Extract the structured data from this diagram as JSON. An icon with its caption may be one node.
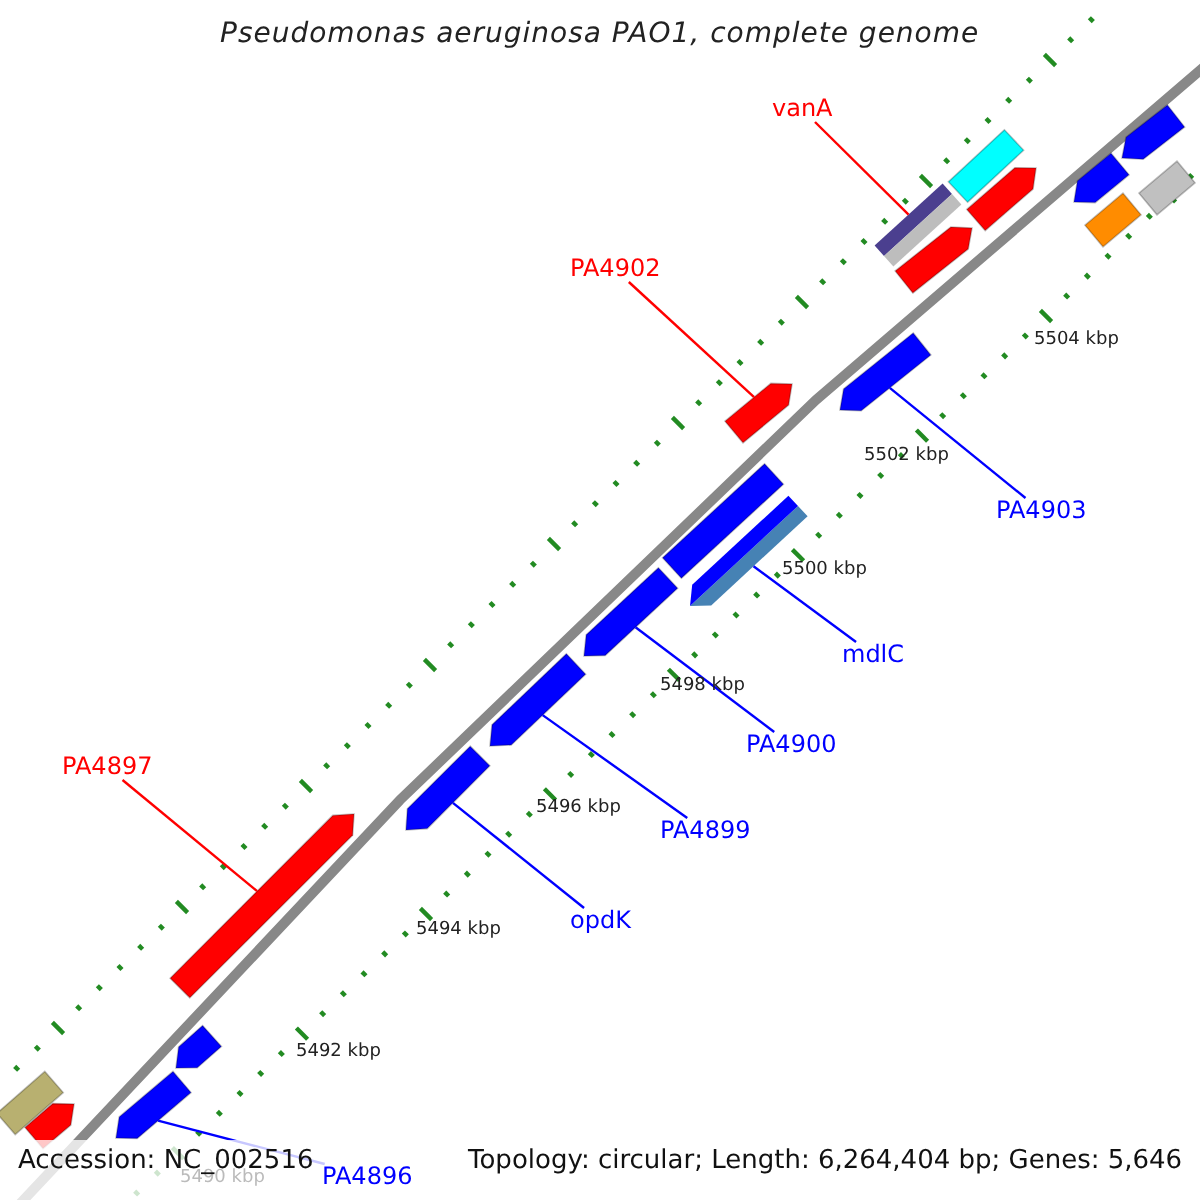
{
  "diagram": {
    "title": "Pseudomonas aeruginosa PAO1, complete genome",
    "nodes": [
      {
        "text": [
          "vanA"
        ]
      },
      {
        "text": [],
        "shape": "pentagon"
      },
      {
        "text": [],
        "shape": "bar"
      },
      {
        "text": [],
        "shape": "pentagon"
      },
      {
        "text": [],
        "shape": "bar"
      },
      {
        "text": [],
        "shape": "bar"
      },
      {
        "text": [],
        "shape": "pentagon"
      },
      {
        "text": [],
        "shape": "bar"
      },
      {
        "text": [],
        "shape": "pentagon"
      },
      {
        "text": [
          "PA4902"
        ]
      },
      {
        "text": [],
        "shape": "pentagon"
      },
      {
        "text": [],
        "shape": "pentagon"
      },
      {
        "text": [],
        "shape": "bar"
      },
      {
        "text": [],
        "shape": "pentagon"
      },
      {
        "text": [
          "PA4903"
        ]
      },
      {
        "text": [],
        "shape": "pentagon"
      },
      {
        "text": [
          "mdlC"
        ]
      },
      {
        "text": [],
        "shape": "pentagon"
      },
      {
        "text": [
          "PA4900"
        ]
      },
      {
        "text": [
          "PA4897"
        ]
      },
      {
        "text": [],
        "shape": "pentagon"
      },
      {
        "text": [],
        "shape": "pentagon"
      },
      {
        "text": [
          "PA4899"
        ]
      },
      {
        "text": [
          "opdK"
        ]
      },
      {
        "text": [],
        "shape": "pentagon"
      },
      {
        "text": [],
        "shape": "bar"
      },
      {
        "text": [],
        "shape": "pentagon"
      },
      {
        "text": [],
        "shape": "pentagon"
      },
      {
        "text": [
          "PA4896"
        ]
      }
    ],
    "edges": [
      {
        "from": 0,
        "to": 5,
        "arrow": "none",
        "color": "#ff0000"
      },
      {
        "from": 9,
        "to": 11,
        "arrow": "none",
        "color": "#ff0000"
      },
      {
        "from": 14,
        "to": 10,
        "arrow": "none"
      },
      {
        "from": 16,
        "to": 13,
        "arrow": "none"
      },
      {
        "from": 18,
        "to": 15,
        "arrow": "none"
      },
      {
        "from": 22,
        "to": 17,
        "arrow": "none"
      },
      {
        "from": 19,
        "to": 21,
        "arrow": "none",
        "color": "#ff0000"
      },
      {
        "from": 23,
        "to": 20,
        "arrow": "none"
      },
      {
        "from": 28,
        "to": 26,
        "arrow": "none"
      }
    ],
    "labels": [
      "5504 kbp",
      "5502 kbp",
      "5500 kbp",
      "5498 kbp",
      "5496 kbp",
      "5494 kbp",
      "5492 kbp",
      "5490 kbp",
      "Accession: NC_002516",
      "Topology: circular; Length: 6,264,404 bp; Genes: 5,646"
    ]
  }
}
